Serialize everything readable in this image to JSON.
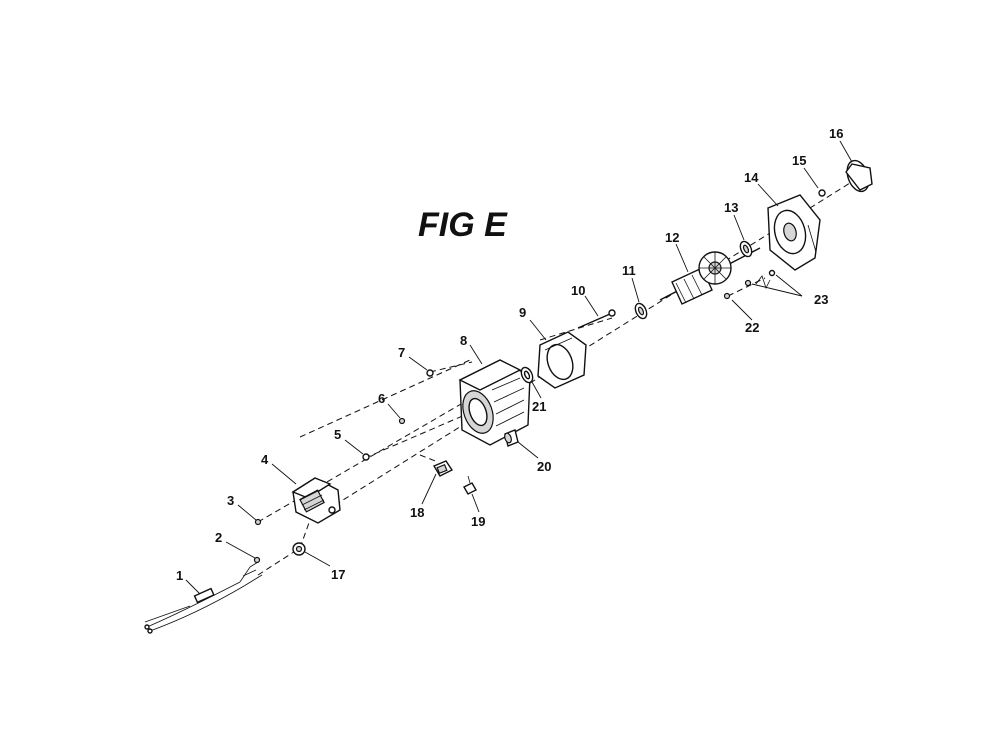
{
  "figure": {
    "title": "FIG E"
  },
  "parts": [
    {
      "id": "1",
      "label": "1"
    },
    {
      "id": "2",
      "label": "2"
    },
    {
      "id": "3",
      "label": "3"
    },
    {
      "id": "4",
      "label": "4"
    },
    {
      "id": "5",
      "label": "5"
    },
    {
      "id": "6",
      "label": "6"
    },
    {
      "id": "7",
      "label": "7"
    },
    {
      "id": "8",
      "label": "8"
    },
    {
      "id": "9",
      "label": "9"
    },
    {
      "id": "10",
      "label": "10"
    },
    {
      "id": "11",
      "label": "11"
    },
    {
      "id": "12",
      "label": "12"
    },
    {
      "id": "13",
      "label": "13"
    },
    {
      "id": "14",
      "label": "14"
    },
    {
      "id": "15",
      "label": "15"
    },
    {
      "id": "16",
      "label": "16"
    },
    {
      "id": "17",
      "label": "17"
    },
    {
      "id": "18",
      "label": "18"
    },
    {
      "id": "19",
      "label": "19"
    },
    {
      "id": "20",
      "label": "20"
    },
    {
      "id": "21",
      "label": "21"
    },
    {
      "id": "22",
      "label": "22"
    },
    {
      "id": "23",
      "label": "23"
    }
  ]
}
